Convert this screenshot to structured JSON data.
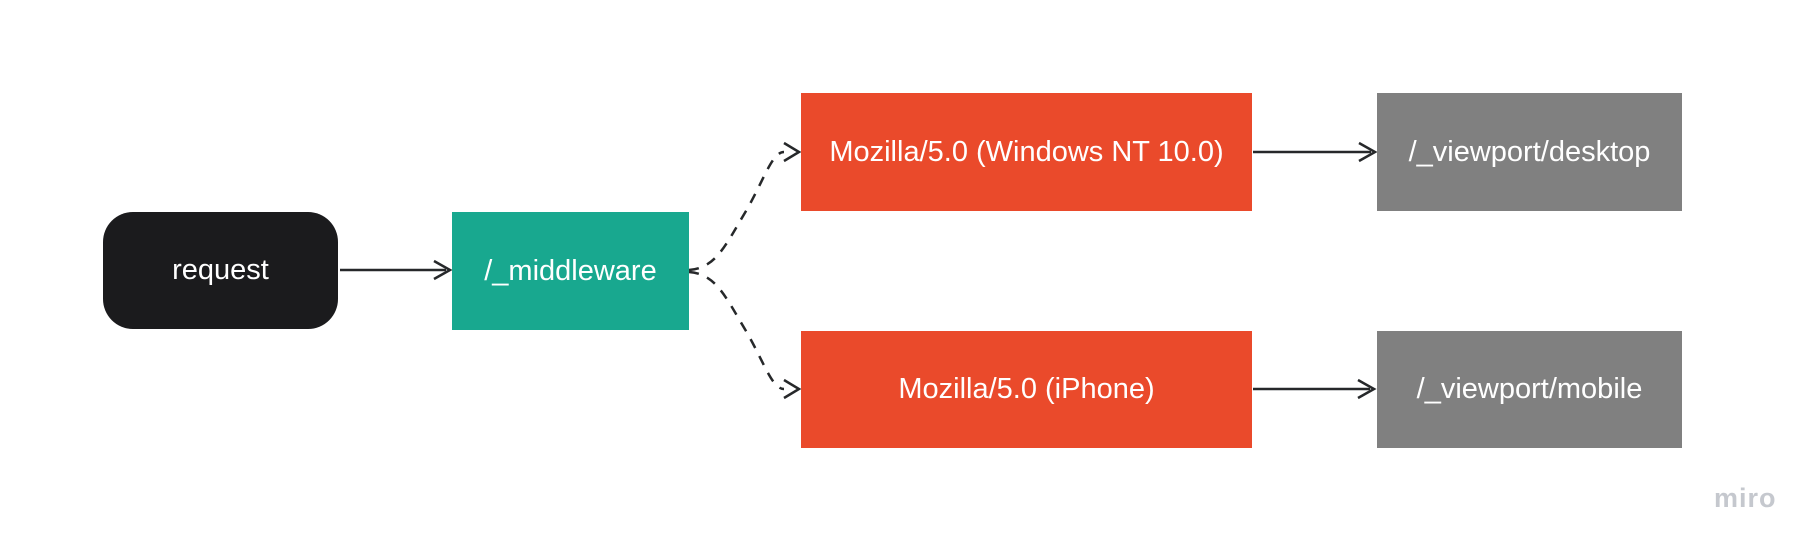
{
  "diagram": {
    "nodes": {
      "request": {
        "label": "request",
        "fill": "#1b1b1d",
        "text_color": "#ffffff",
        "shape": "rounded-rectangle"
      },
      "middleware": {
        "label": "/_middleware",
        "fill": "#18a88f",
        "text_color": "#ffffff",
        "shape": "rectangle"
      },
      "ua_desktop": {
        "label": "Mozilla/5.0 (Windows NT 10.0)",
        "fill": "#ea4a2b",
        "text_color": "#ffffff",
        "shape": "rectangle"
      },
      "ua_mobile": {
        "label": "Mozilla/5.0 (iPhone)",
        "fill": "#ea4a2b",
        "text_color": "#ffffff",
        "shape": "rectangle"
      },
      "viewport_desktop": {
        "label": "/_viewport/desktop",
        "fill": "#808080",
        "text_color": "#ffffff",
        "shape": "rectangle"
      },
      "viewport_mobile": {
        "label": "/_viewport/mobile",
        "fill": "#808080",
        "text_color": "#ffffff",
        "shape": "rectangle"
      }
    },
    "edges": [
      {
        "from": "request",
        "to": "middleware",
        "style": "solid",
        "arrowhead": "open"
      },
      {
        "from": "middleware",
        "to": "ua_desktop",
        "style": "dashed",
        "arrowhead": "open"
      },
      {
        "from": "middleware",
        "to": "ua_mobile",
        "style": "dashed",
        "arrowhead": "open"
      },
      {
        "from": "ua_desktop",
        "to": "viewport_desktop",
        "style": "solid",
        "arrowhead": "open"
      },
      {
        "from": "ua_mobile",
        "to": "viewport_mobile",
        "style": "solid",
        "arrowhead": "open"
      }
    ],
    "colors": {
      "background": "#ffffff",
      "connector": "#26282a",
      "watermark": "#c5c8ce"
    },
    "watermark": "miro"
  }
}
